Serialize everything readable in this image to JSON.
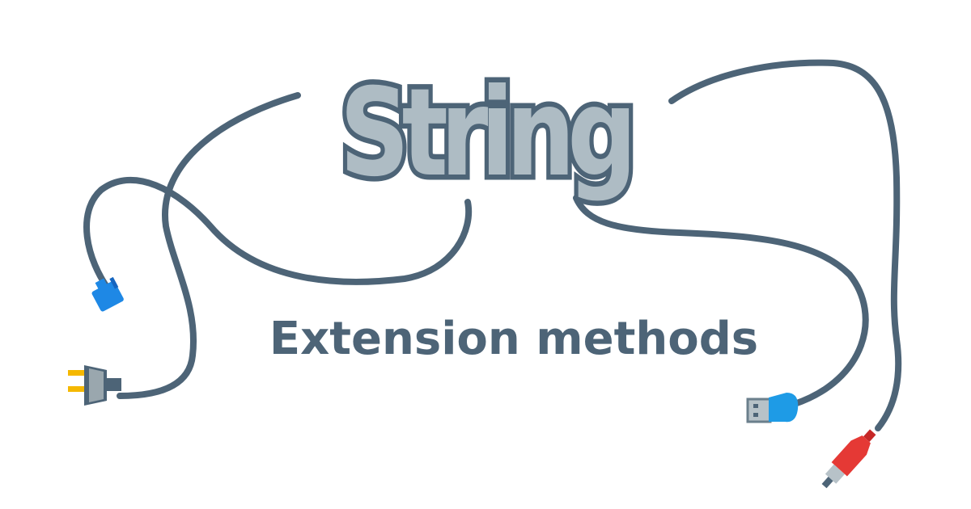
{
  "title": "String",
  "subtitle": "Extension methods",
  "colors": {
    "background": "#ffffff",
    "cable": "#4d6477",
    "title_fill": "#aebcc4",
    "title_outline": "#4d6477",
    "rj45": "#1e88e5",
    "power_prongs": "#f5b800",
    "power_body": "#9aa7ae",
    "usb": "#1e9be6",
    "rca": "#e53935"
  },
  "icons": [
    "cable",
    "rj45-connector-icon",
    "power-plug-icon",
    "usb-plug-icon",
    "rca-plug-icon"
  ]
}
